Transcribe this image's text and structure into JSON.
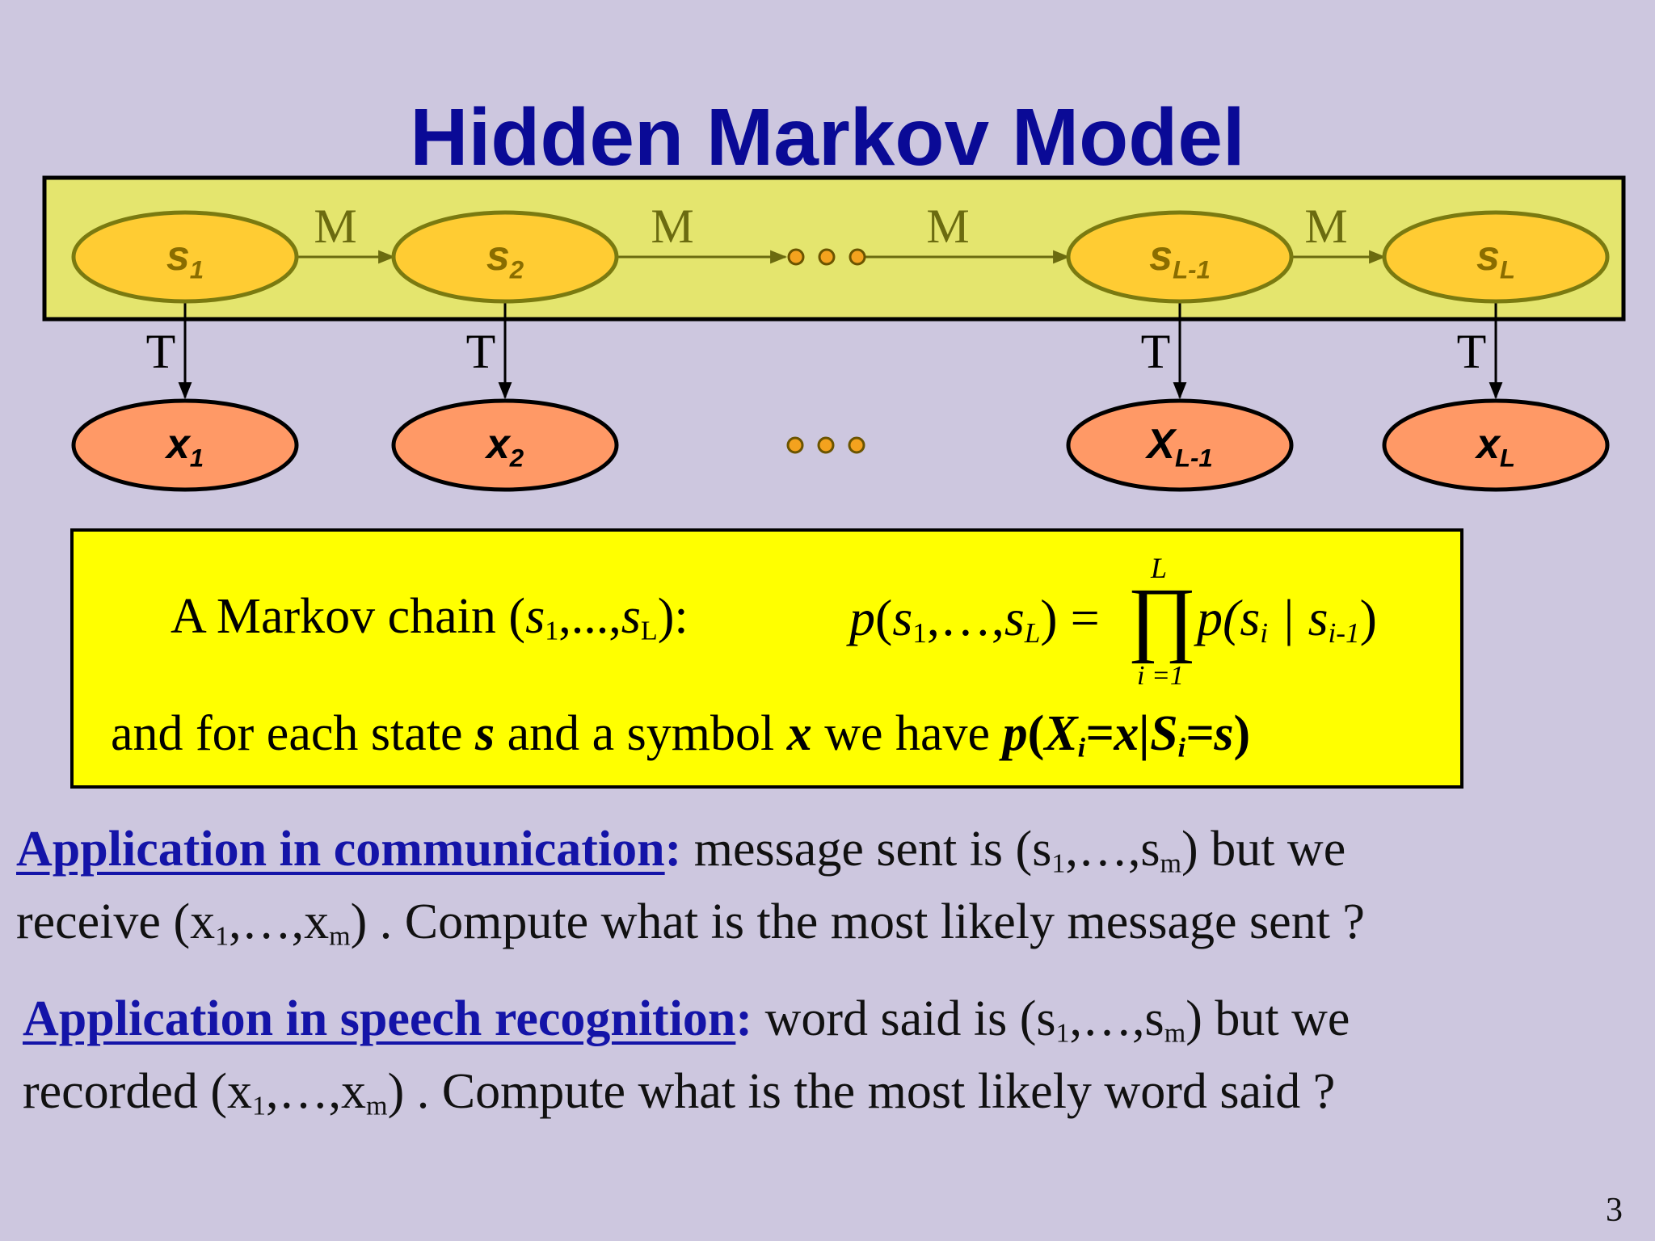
{
  "slide": {
    "title": "Hidden Markov Model",
    "page_number": "3"
  },
  "diagram": {
    "hidden_states": [
      {
        "base": "s",
        "sub": "1"
      },
      {
        "base": "s",
        "sub": "2"
      },
      {
        "base": "s",
        "sub": "L-1"
      },
      {
        "base": "s",
        "sub": "L"
      }
    ],
    "observations": [
      {
        "base": "x",
        "sub": "1"
      },
      {
        "base": "x",
        "sub": "2"
      },
      {
        "base": "X",
        "sub": "L-1"
      },
      {
        "base": "x",
        "sub": "L"
      }
    ],
    "transition_label": "M",
    "emission_label": "T",
    "colors": {
      "band": "#e4e56e",
      "state_fill": "#ffcc33",
      "state_stroke": "#7a7a10",
      "state_text": "#8a6d00",
      "obs_fill": "#ff9966",
      "dot_fill": "#f4a21e"
    }
  },
  "formula_box": {
    "line1": {
      "prefix": "A Markov chain (",
      "s": "s",
      "sub1": "1",
      "mid": ",...,",
      "subL": "L",
      "suffix": "):",
      "lhs_p": "p",
      "lhs_open": "(",
      "lhs_s1": "s",
      "lhs_sub1": "1",
      "lhs_dots": ",…,",
      "lhs_sL": "s",
      "lhs_subL": "L",
      "lhs_close": ") =",
      "prod_sym": "∏",
      "prod_upper": "L",
      "prod_lower": "i =1",
      "rhs": "p(s",
      "rhs_sub_i": "i",
      "rhs_bar": " | s",
      "rhs_sub_im1": "i-1",
      "rhs_close": ")"
    },
    "line2": {
      "text1": "and for each state ",
      "s": "s",
      "text2": " and a symbol ",
      "x": "x",
      "text3": " we have ",
      "p": "p",
      "open": "(",
      "X": "X",
      "sub_i": "i",
      "eqx": "=x|",
      "S": "S",
      "sub_i2": "i",
      "eqs": "=s",
      "close": ")"
    }
  },
  "applications": [
    {
      "heading": "Application in communication",
      "colon": ":",
      "line1_a": "   message sent is (s",
      "line1_sub1": "1",
      "line1_b": ",…,s",
      "line1_subm": "m",
      "line1_c": ") but we",
      "line2_a": "receive (x",
      "line2_sub1": "1",
      "line2_b": ",…,x",
      "line2_subm": "m",
      "line2_c": ") .  Compute what is the most likely message sent ?"
    },
    {
      "heading": "Application in speech recognition",
      "colon": ":",
      "line1_a": "   word said is (s",
      "line1_sub1": "1",
      "line1_b": ",…,s",
      "line1_subm": "m",
      "line1_c": ") but we",
      "line2_a": "recorded (x",
      "line2_sub1": "1",
      "line2_b": ",…,x",
      "line2_subm": "m",
      "line2_c": ") .  Compute what is the most likely word said ?"
    }
  ]
}
